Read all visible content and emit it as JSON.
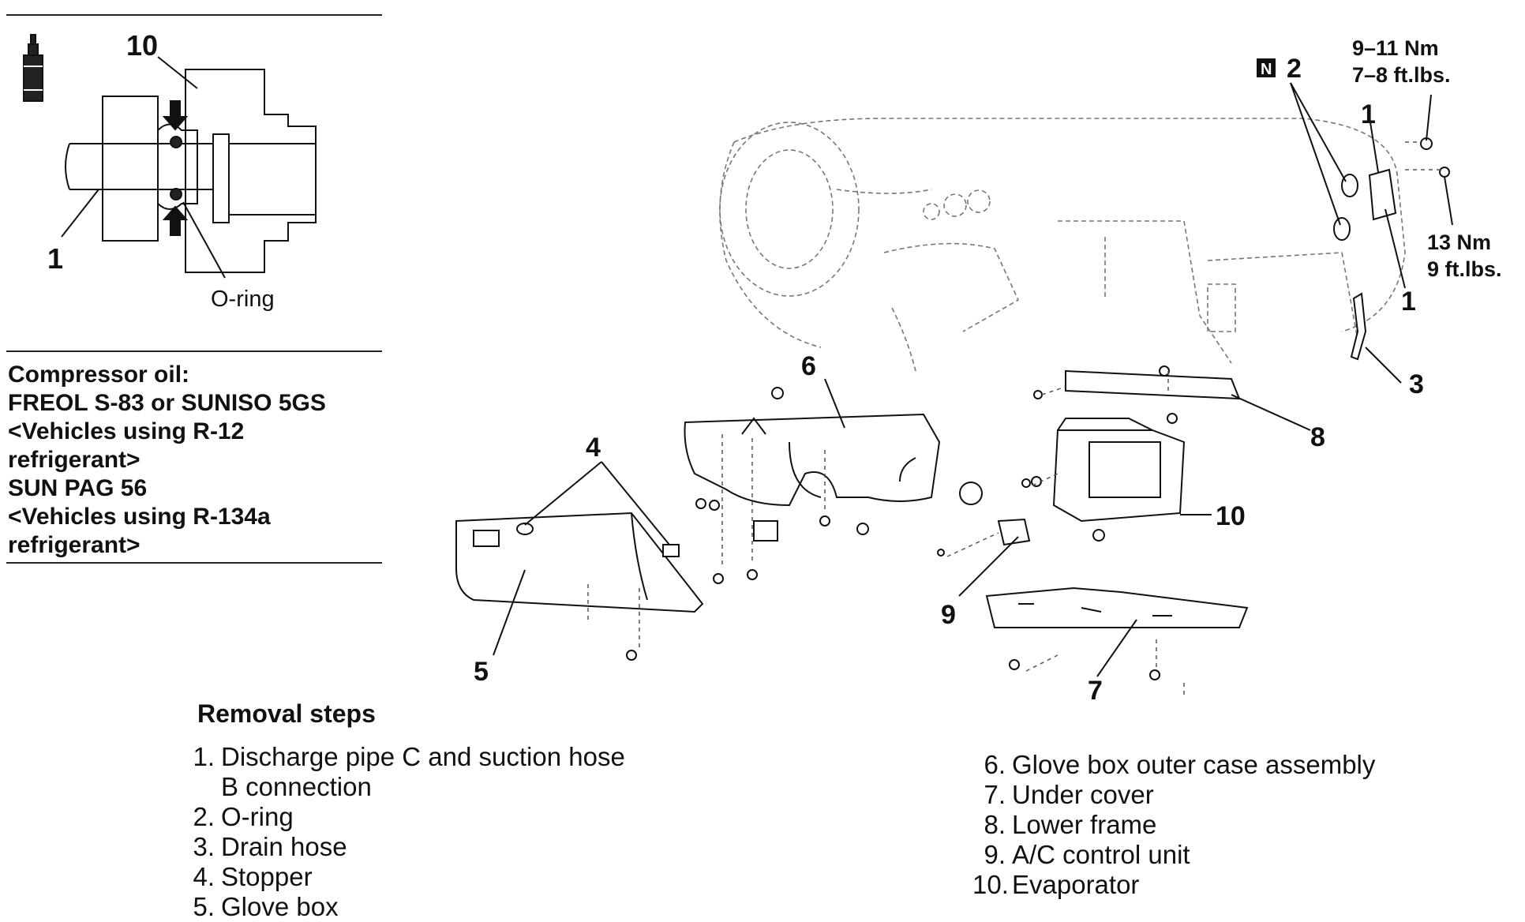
{
  "inset": {
    "label_top": "10",
    "label_left": "1",
    "oring_label": "O-ring"
  },
  "oil_note": [
    "Compressor oil:",
    "FREOL S-83 or SUNISO 5GS",
    "<Vehicles using R-12",
    "refrigerant>",
    "SUN PAG 56",
    "<Vehicles using R-134a",
    "refrigerant>"
  ],
  "diagram": {
    "new_part_marker": "N",
    "callouts": {
      "c1a": "1",
      "c1b": "1",
      "c2": "2",
      "c3": "3",
      "c4": "4",
      "c5": "5",
      "c6": "6",
      "c7": "7",
      "c8": "8",
      "c9": "9",
      "c10": "10"
    },
    "torque_1": [
      "9–11 Nm",
      "7–8 ft.lbs."
    ],
    "torque_2": [
      "13 Nm",
      "9 ft.lbs."
    ]
  },
  "removal": {
    "heading": "Removal steps",
    "steps_left": [
      {
        "num": "1.",
        "text": "Discharge pipe C and suction hose",
        "cont": "B connection"
      },
      {
        "num": "2.",
        "text": "O-ring"
      },
      {
        "num": "3.",
        "text": "Drain hose"
      },
      {
        "num": "4.",
        "text": "Stopper"
      },
      {
        "num": "5.",
        "text": "Glove box"
      }
    ],
    "steps_right": [
      {
        "num": "6.",
        "text": "Glove box outer case assembly"
      },
      {
        "num": "7.",
        "text": "Under cover"
      },
      {
        "num": "8.",
        "text": "Lower frame"
      },
      {
        "num": "9.",
        "text": "A/C control unit"
      },
      {
        "num": "10.",
        "text": "Evaporator"
      }
    ]
  }
}
